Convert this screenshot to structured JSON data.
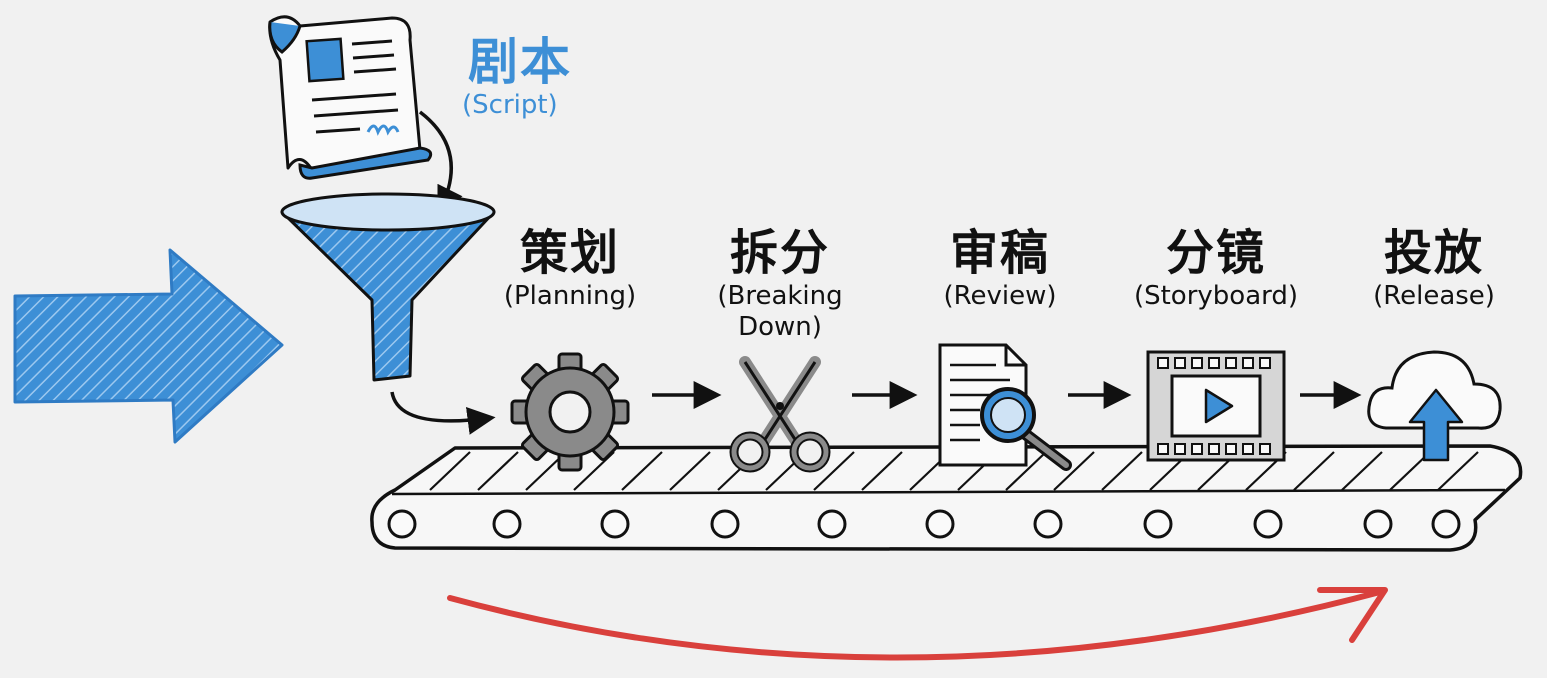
{
  "input": {
    "title_zh": "剧本",
    "title_en": "(Script)"
  },
  "stages": [
    {
      "zh": "策划",
      "en": "(Planning)",
      "icon": "gear-icon"
    },
    {
      "zh": "拆分",
      "en": "(Breaking Down)",
      "icon": "scissors-icon"
    },
    {
      "zh": "审稿",
      "en": "(Review)",
      "icon": "document-magnifier-icon"
    },
    {
      "zh": "分镜",
      "en": "(Storyboard)",
      "icon": "film-play-icon"
    },
    {
      "zh": "投放",
      "en": "(Release)",
      "icon": "cloud-upload-icon"
    }
  ],
  "colors": {
    "accent_blue": "#3d8fd6",
    "return_arrow_red": "#d9403c",
    "ink": "#111111",
    "icon_gray": "#8a8a8a",
    "background": "#f1f1f1"
  }
}
